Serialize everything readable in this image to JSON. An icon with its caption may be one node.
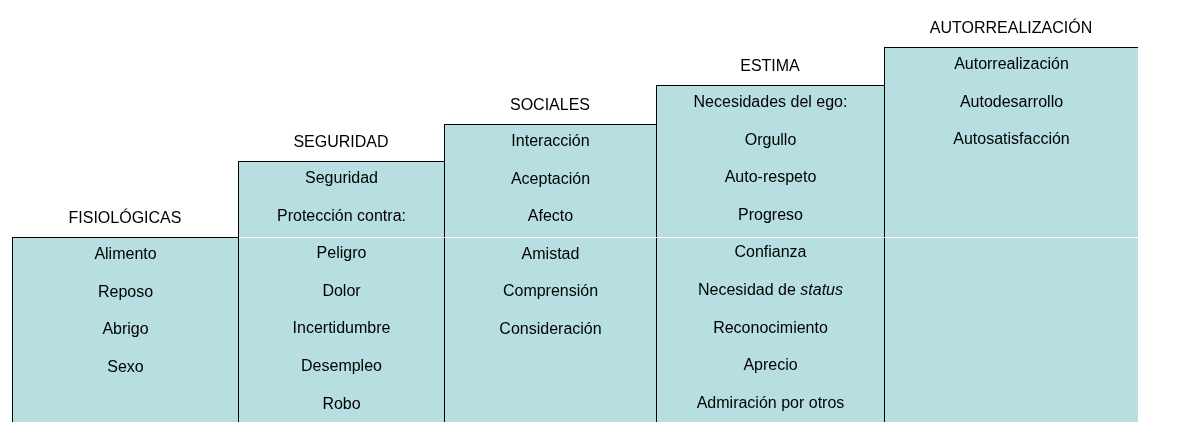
{
  "diagram": {
    "nodes": [
      {
        "text": [
          "FISIOLÓGICAS",
          "Alimento",
          "Reposo",
          "Abrigo",
          "Sexo"
        ]
      },
      {
        "text": [
          "SEGURIDAD",
          "Seguridad",
          "Protección contra:",
          "Peligro",
          "Dolor",
          "Incertidumbre",
          "Desempleo",
          "Robo"
        ]
      },
      {
        "text": [
          "SOCIALES",
          "Interacción",
          "Aceptación",
          "Afecto",
          "Amistad",
          "Comprensión",
          "Consideración"
        ]
      },
      {
        "text": [
          "ESTIMA",
          "Necesidades del ego:",
          "Orgullo",
          "Auto-respeto",
          "Progreso",
          "Confianza",
          "Necesidad de *status*",
          "Reconocimiento",
          "Aprecio",
          "Admiración por otros"
        ]
      },
      {
        "text": [
          "AUTORREALIZACIÓN",
          "Autorrealización",
          "Autodesarrollo",
          "Autosatisfacción"
        ]
      }
    ]
  }
}
